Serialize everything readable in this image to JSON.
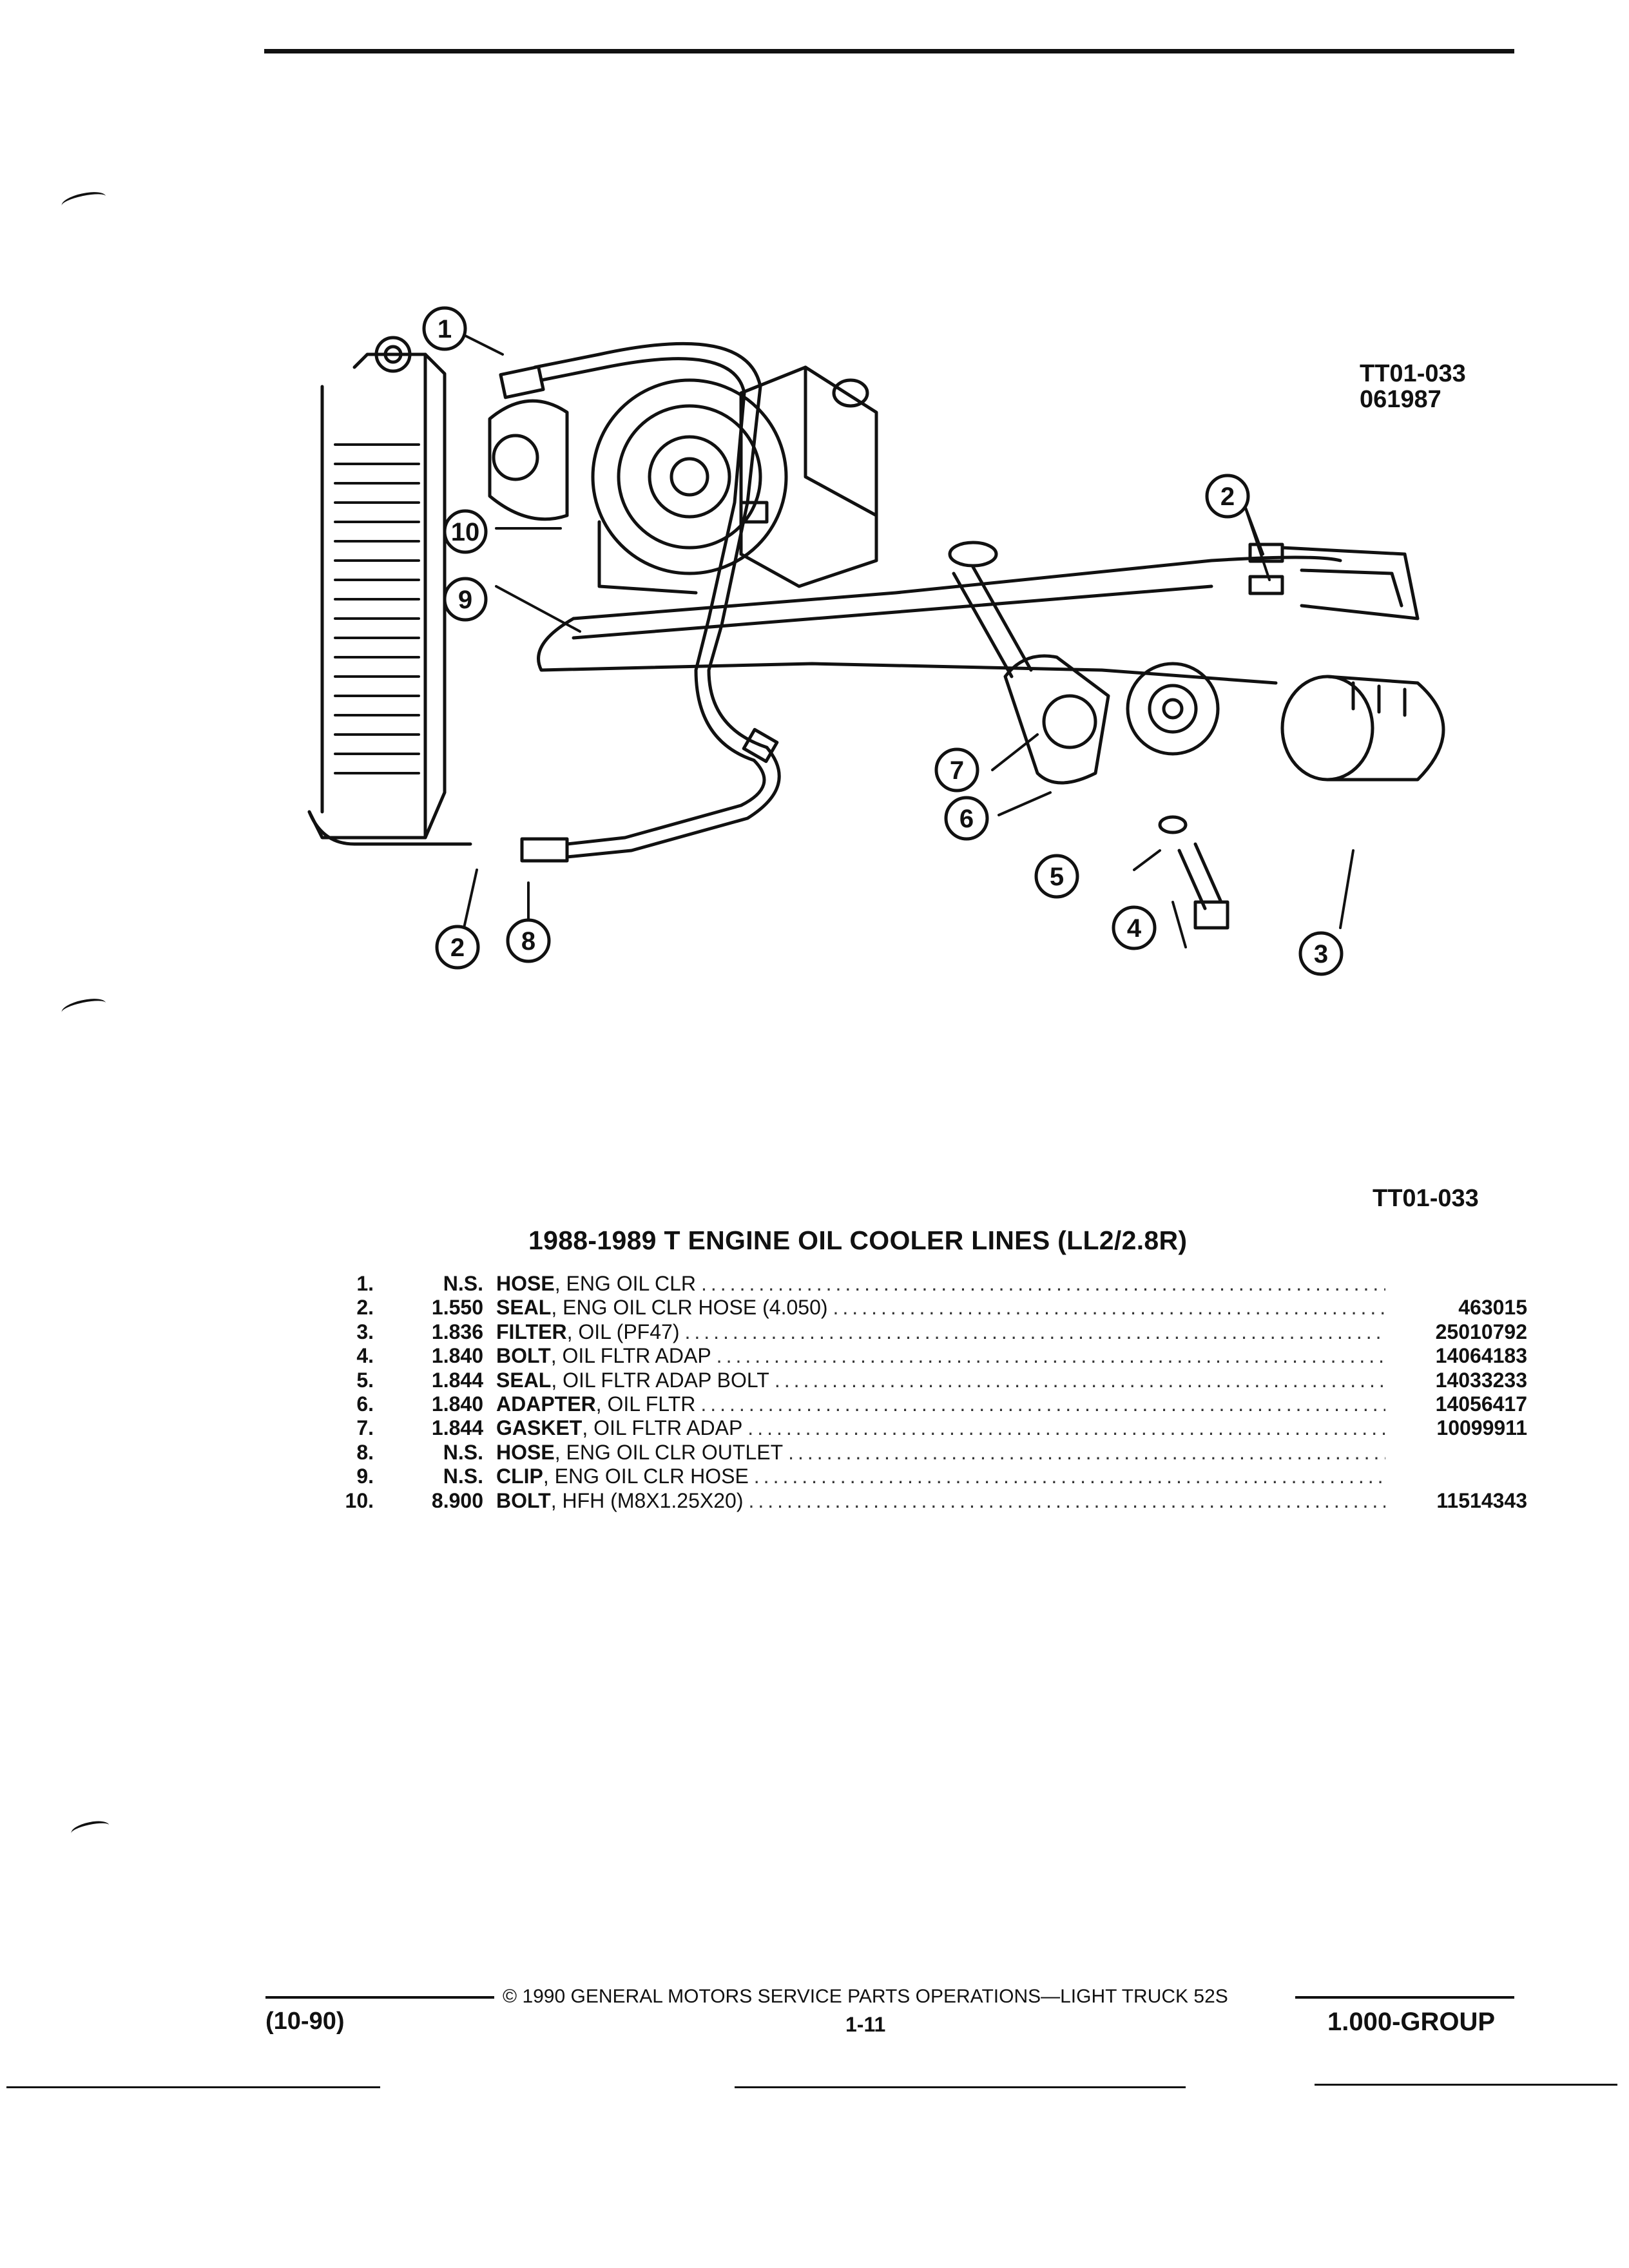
{
  "figure": {
    "ref_code": "TT01-033",
    "ref_date": "061987",
    "caption_code": "TT01-033",
    "callouts": [
      "1",
      "2",
      "3",
      "4",
      "5",
      "6",
      "7",
      "8",
      "9",
      "10"
    ]
  },
  "section_title": "1988-1989 T ENGINE OIL COOLER LINES (LL2/2.8R)",
  "parts": [
    {
      "num": "1.",
      "code": "N.S.",
      "name": "HOSE",
      "desc": ", ENG OIL CLR",
      "part_no": ""
    },
    {
      "num": "2.",
      "code": "1.550",
      "name": "SEAL",
      "desc": ", ENG OIL CLR HOSE (4.050)",
      "part_no": "463015"
    },
    {
      "num": "3.",
      "code": "1.836",
      "name": "FILTER",
      "desc": ", OIL (PF47)",
      "part_no": "25010792"
    },
    {
      "num": "4.",
      "code": "1.840",
      "name": "BOLT",
      "desc": ", OIL FLTR ADAP",
      "part_no": "14064183"
    },
    {
      "num": "5.",
      "code": "1.844",
      "name": "SEAL",
      "desc": ", OIL FLTR ADAP BOLT",
      "part_no": "14033233"
    },
    {
      "num": "6.",
      "code": "1.840",
      "name": "ADAPTER",
      "desc": ", OIL FLTR",
      "part_no": "14056417"
    },
    {
      "num": "7.",
      "code": "1.844",
      "name": "GASKET",
      "desc": ", OIL FLTR ADAP",
      "part_no": "10099911"
    },
    {
      "num": "8.",
      "code": "N.S.",
      "name": "HOSE",
      "desc": ", ENG OIL CLR OUTLET",
      "part_no": ""
    },
    {
      "num": "9.",
      "code": "N.S.",
      "name": "CLIP",
      "desc": ", ENG OIL CLR HOSE",
      "part_no": ""
    },
    {
      "num": "10.",
      "code": "8.900",
      "name": "BOLT",
      "desc": ", HFH (M8X1.25X20)",
      "part_no": "11514343"
    }
  ],
  "footer": {
    "copyright": "© 1990 GENERAL MOTORS SERVICE PARTS OPERATIONS—LIGHT TRUCK 52S",
    "date": "(10-90)",
    "page": "1-11",
    "group": "1.000-GROUP"
  }
}
